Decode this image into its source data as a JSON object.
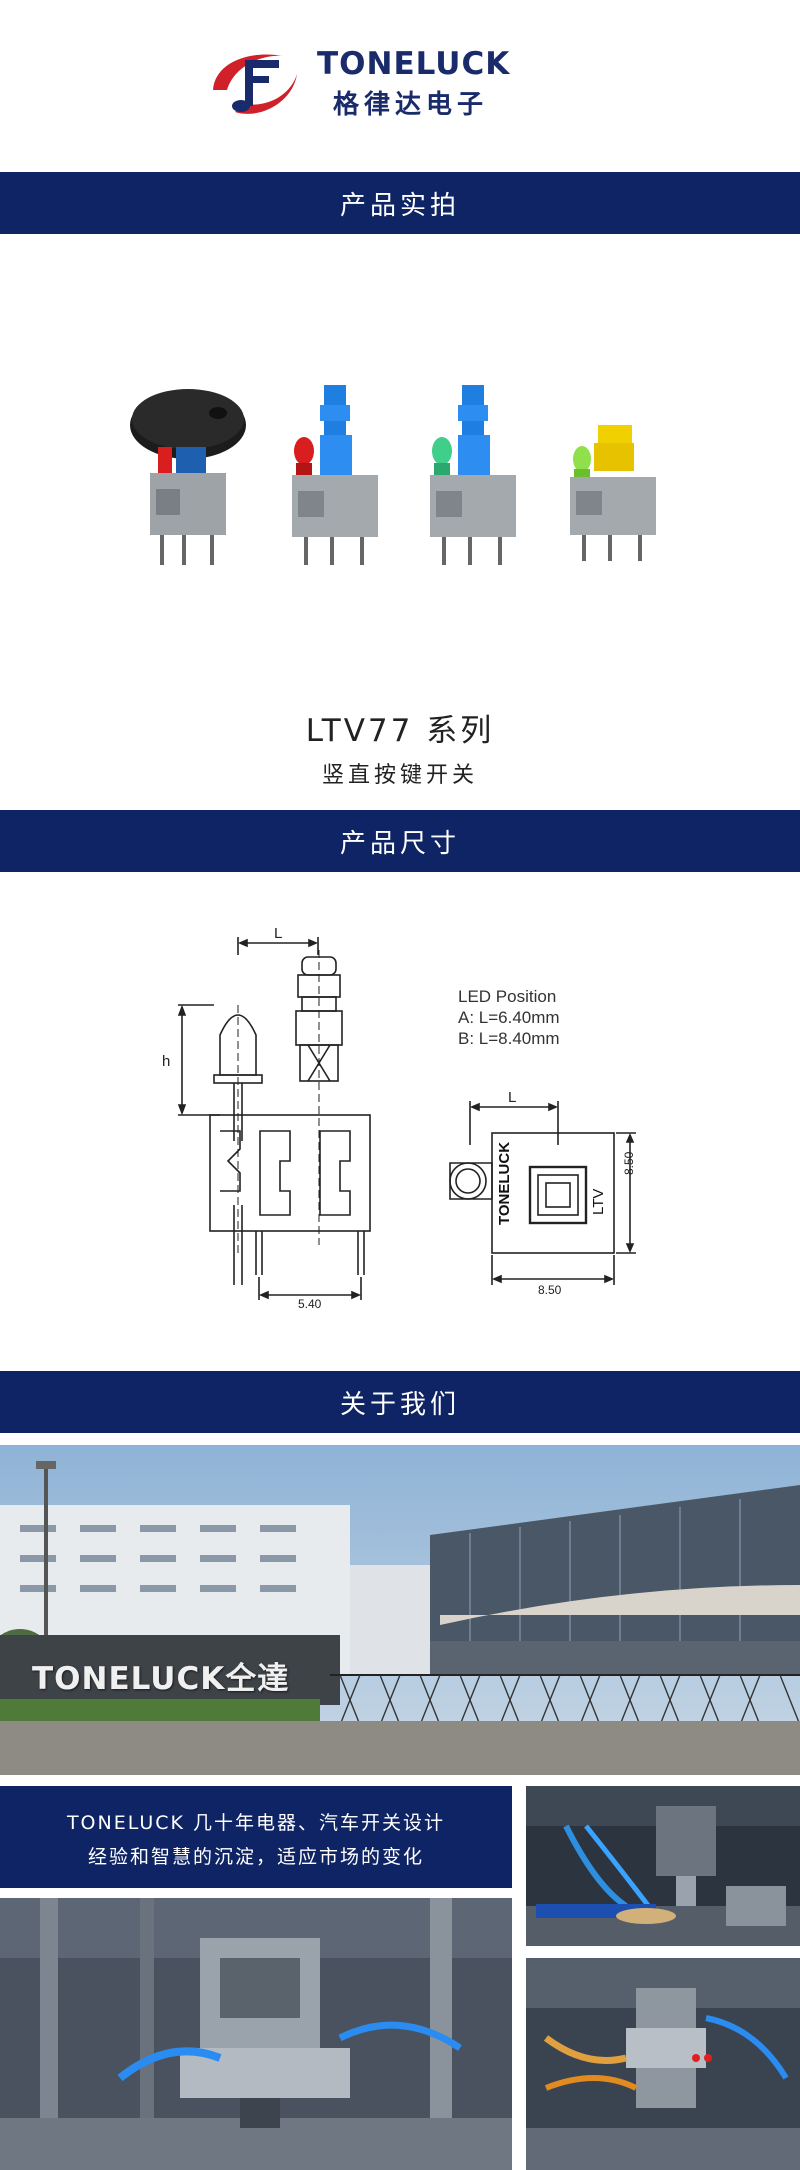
{
  "header": {
    "brand_en": "TONELUCK",
    "brand_cn": "格律达电子",
    "brand_color": "#1a2b6b",
    "accent_red": "#d0202a"
  },
  "sections": {
    "photos_title": "产品实拍",
    "size_title": "产品尺寸",
    "about_title": "关于我们",
    "band_color": "#0f2464"
  },
  "product": {
    "series": "LTV77 系列",
    "subtitle": "竖直按键开关",
    "led_colors": [
      "#d81e1e",
      "#3fcf8a",
      "#8fe04a"
    ],
    "cap_colors": [
      "#1a1a1a",
      "#1f7fe0",
      "#1f7fe0",
      "#f0d000"
    ]
  },
  "drawing": {
    "dim_L": "L",
    "dim_h": "h",
    "dim_540": "5.40",
    "dim_850_w": "8.50",
    "dim_850_h": "8.50",
    "led_position_title": "LED Position",
    "led_a": "A: L=6.40mm",
    "led_b": "B: L=8.40mm",
    "top_brand": "TONELUCK",
    "top_model": "LTV"
  },
  "about": {
    "factory_sign": "TONELUCK仝達",
    "intro_line1": "TONELUCK 几十年电器、汽车开关设计",
    "intro_line2": "经验和智慧的沉淀，适应市场的变化"
  }
}
